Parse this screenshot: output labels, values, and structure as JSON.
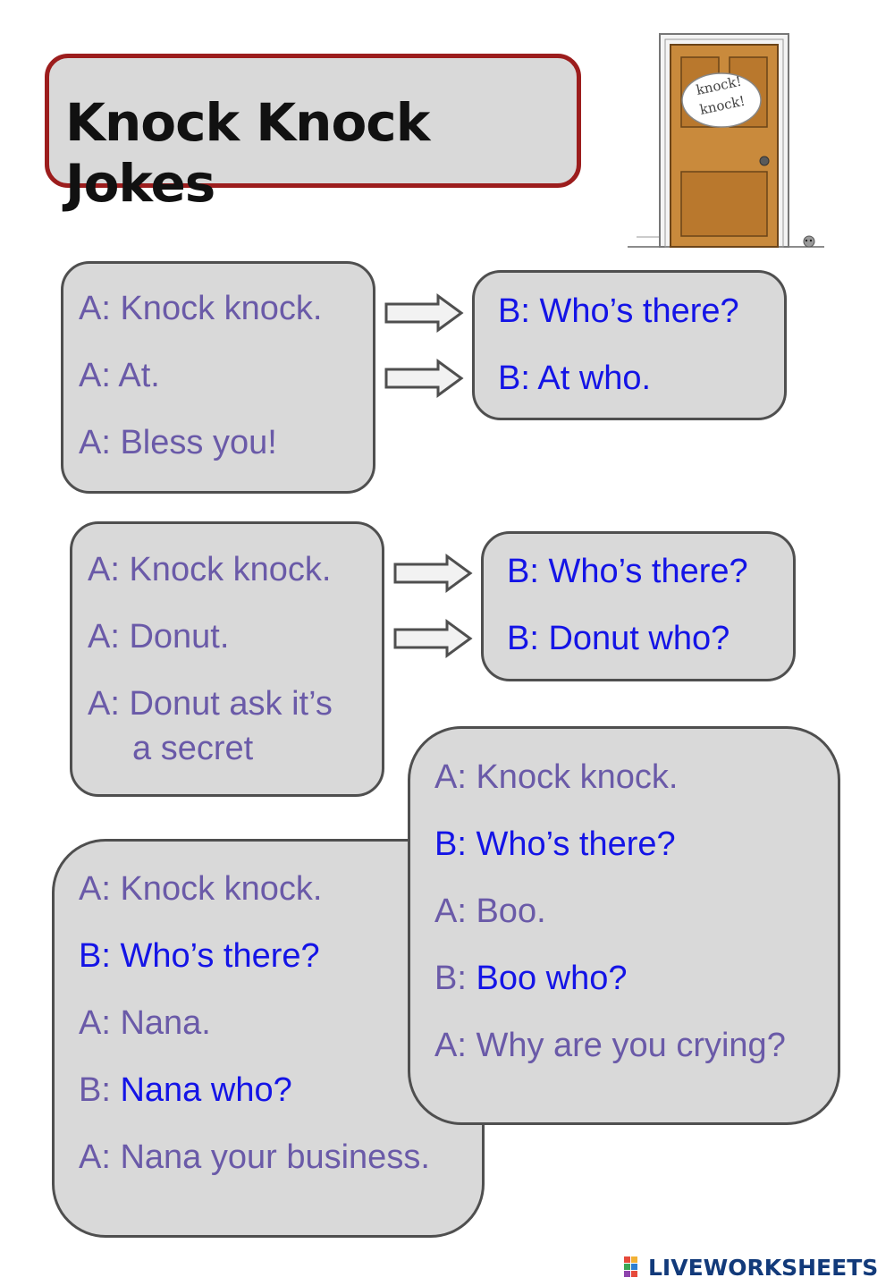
{
  "header": {
    "title": "Knock Knock Jokes"
  },
  "door": {
    "bubble_line1": "knock!",
    "bubble_line2": "knock!"
  },
  "joke1": {
    "a_lines": [
      "A: Knock knock.",
      "A: At.",
      "A: Bless you!"
    ],
    "b_lines": [
      "B: Who’s there?",
      "B: At who."
    ]
  },
  "joke2": {
    "a_lines": [
      "A: Knock knock.",
      "A: Donut.",
      "A: Donut ask it’s",
      "a secret"
    ],
    "b_lines": [
      "B: Who’s there?",
      "B: Donut who?"
    ]
  },
  "joke3": {
    "l1_a": "A: Knock knock.",
    "l2_b": "B: Who’s there?",
    "l3_a": "A: Nana.",
    "l4_prefix": "B:",
    "l4_rest": "Nana who?",
    "l5_a": "A: Nana your business."
  },
  "joke4": {
    "l1_a": "A: Knock knock.",
    "l2_b": "B: Who’s there?",
    "l3_a": "A: Boo.",
    "l4_prefix": "B:",
    "l4_rest": "Boo who?",
    "l5_a": "A: Why are you crying?"
  },
  "footer": {
    "brand": "LIVEWORKSHEETS"
  },
  "colors": {
    "speaker_a": "#6a5aa8",
    "speaker_b": "#1414e6",
    "title_border": "#9c1d1d",
    "box_fill": "#d9d9d9"
  }
}
